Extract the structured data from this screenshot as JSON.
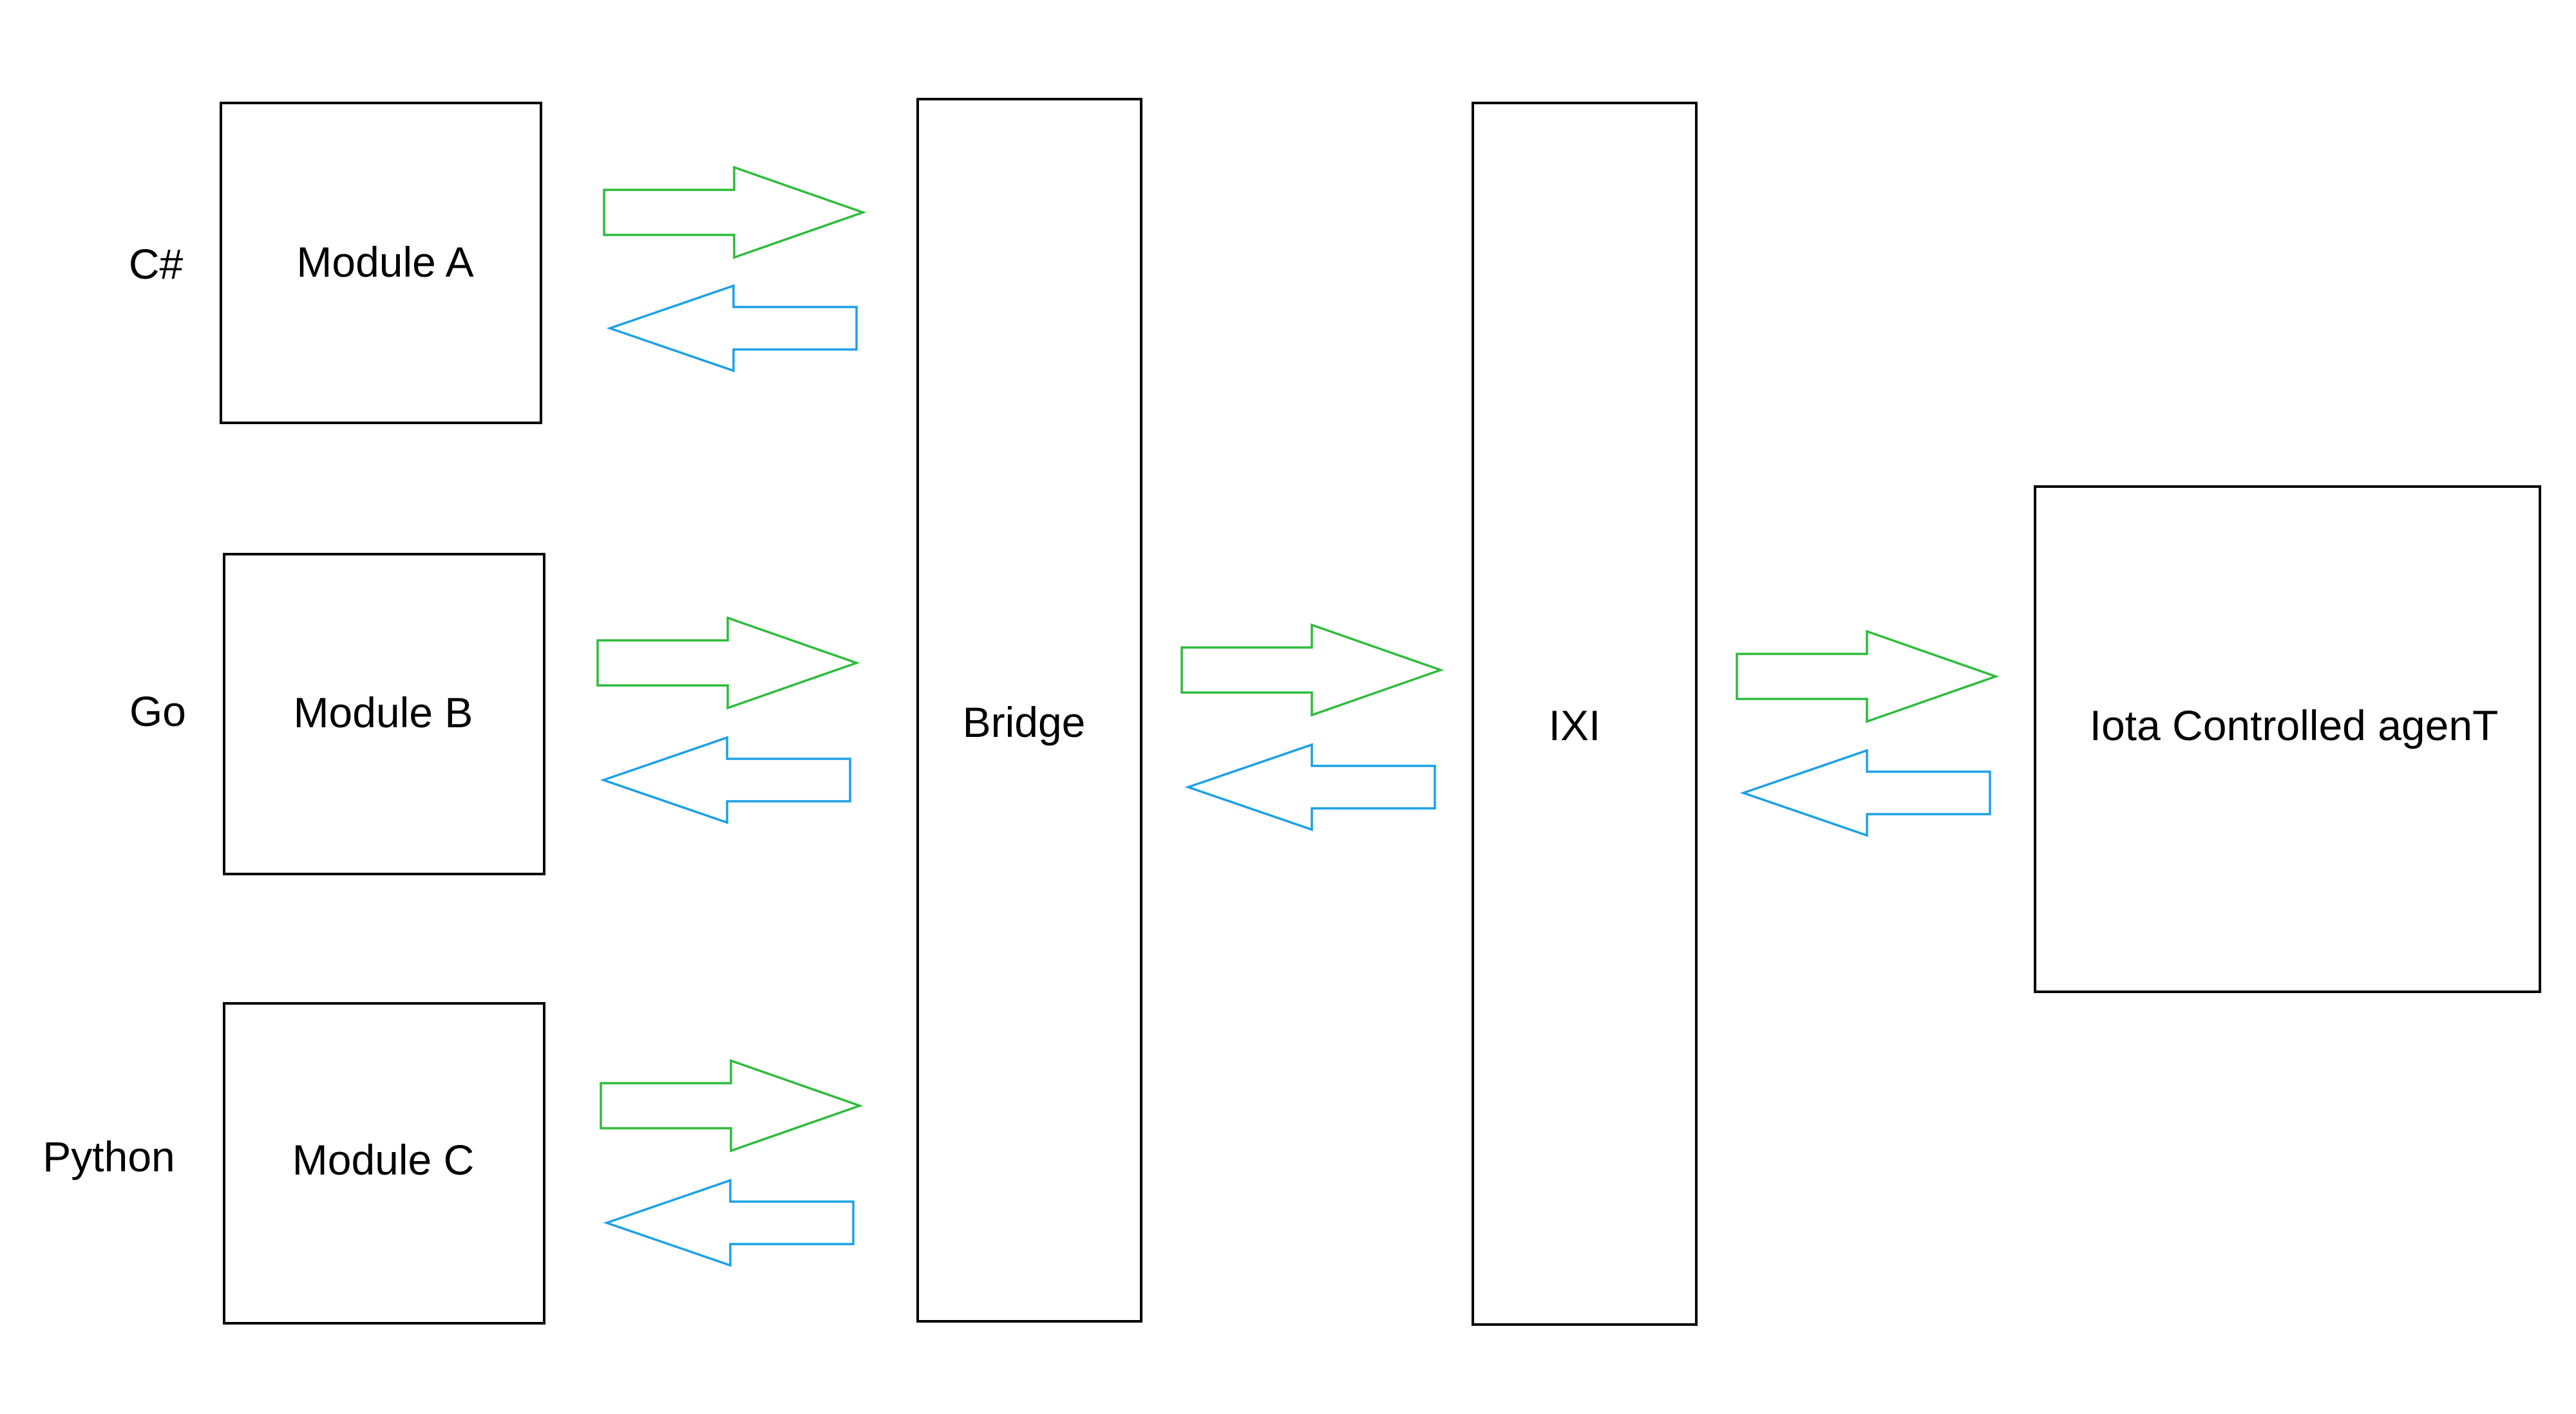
{
  "languages": [
    "C#",
    "Go",
    "Python"
  ],
  "modules": [
    "Module A",
    "Module B",
    "Module C"
  ],
  "bridge_label": "Bridge",
  "ixi_label": "IXI",
  "agent_label": "Iota Controlled agenT",
  "colors": {
    "request_arrow": "#2dbb3c",
    "response_arrow": "#1ca0e6",
    "outline": "#000000"
  },
  "icons": {
    "request": "right-arrow-outline-icon",
    "response": "left-arrow-outline-icon"
  }
}
